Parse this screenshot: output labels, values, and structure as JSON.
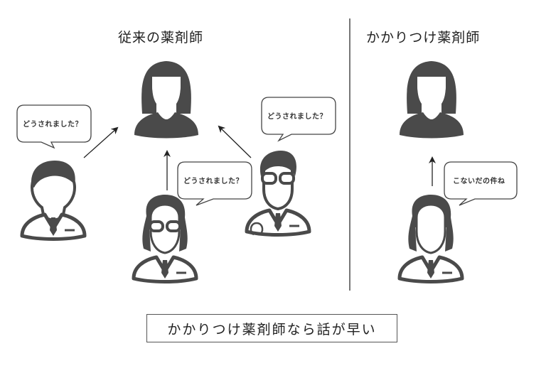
{
  "left_section": {
    "title": "従来の薬剤師",
    "pharmacist_icon": "female-pharmacist-icon",
    "bubbles": [
      {
        "text": "どうされました？",
        "speaker": "male-pharmacist-icon"
      },
      {
        "text": "どうされました？",
        "speaker": "female-pharmacist-glasses-icon"
      },
      {
        "text": "どうされました？",
        "speaker": "male-doctor-glasses-icon"
      }
    ]
  },
  "right_section": {
    "title": "かかりつけ薬剤師",
    "pharmacist_icon": "female-pharmacist-icon",
    "bubbles": [
      {
        "text": "こないだの件ね",
        "speaker": "female-pharmacist-icon"
      }
    ]
  },
  "caption": "かかりつけ薬剤師なら話が早い",
  "colors": {
    "icon_fill": "#4a4a4a",
    "line": "#333333",
    "divider": "#777777",
    "background": "#ffffff"
  }
}
